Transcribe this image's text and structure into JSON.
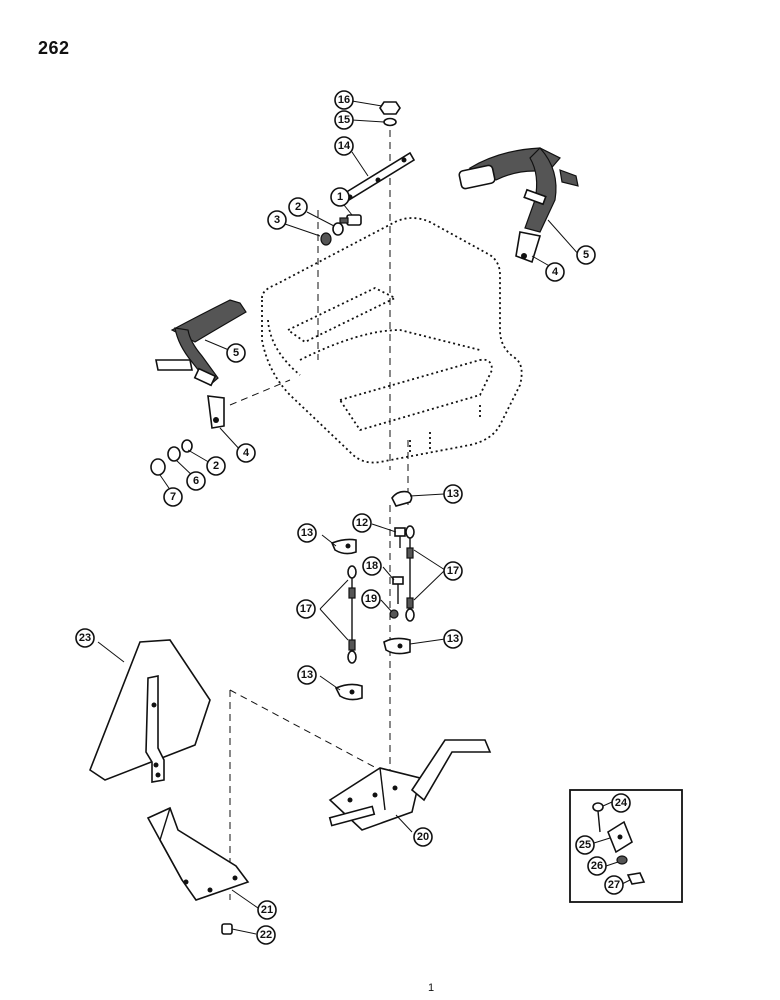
{
  "page": {
    "number": "262",
    "footer_mark": "1"
  },
  "callouts": [
    {
      "id": "c16",
      "label": "16"
    },
    {
      "id": "c15",
      "label": "15"
    },
    {
      "id": "c14",
      "label": "14"
    },
    {
      "id": "c1",
      "label": "1"
    },
    {
      "id": "c2a",
      "label": "2"
    },
    {
      "id": "c3",
      "label": "3"
    },
    {
      "id": "c5a",
      "label": "5"
    },
    {
      "id": "c4a",
      "label": "4"
    },
    {
      "id": "c5b",
      "label": "5"
    },
    {
      "id": "c4b",
      "label": "4"
    },
    {
      "id": "c2b",
      "label": "2"
    },
    {
      "id": "c6",
      "label": "6"
    },
    {
      "id": "c7",
      "label": "7"
    },
    {
      "id": "c13a",
      "label": "13"
    },
    {
      "id": "c12",
      "label": "12"
    },
    {
      "id": "c13b",
      "label": "13"
    },
    {
      "id": "c17a",
      "label": "17"
    },
    {
      "id": "c18",
      "label": "18"
    },
    {
      "id": "c19",
      "label": "19"
    },
    {
      "id": "c17b",
      "label": "17"
    },
    {
      "id": "c13c",
      "label": "13"
    },
    {
      "id": "c13d",
      "label": "13"
    },
    {
      "id": "c23",
      "label": "23"
    },
    {
      "id": "c20",
      "label": "20"
    },
    {
      "id": "c21",
      "label": "21"
    },
    {
      "id": "c22",
      "label": "22"
    },
    {
      "id": "c24",
      "label": "24"
    },
    {
      "id": "c25",
      "label": "25"
    },
    {
      "id": "c26",
      "label": "26"
    },
    {
      "id": "c27",
      "label": "27"
    }
  ]
}
